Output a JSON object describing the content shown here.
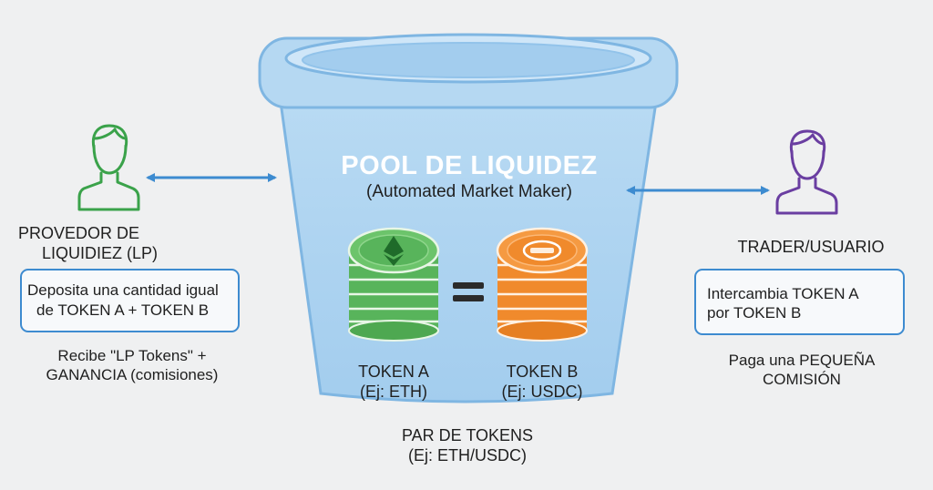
{
  "colors": {
    "accent_blue": "#3d8bd0",
    "provider_green": "#3aa24a",
    "trader_purple": "#6a3ea1",
    "pool_fill": "#a9d0ee",
    "token_a_green": "#5cb85c",
    "token_b_orange": "#f08a2c",
    "title_white": "#ffffff"
  },
  "pool": {
    "title": "POOL DE LIQUIDEZ",
    "subtitle": "(Automated Market Maker)",
    "equals_sign": "=",
    "token_a": {
      "name": "TOKEN A",
      "example": "(Ej: ETH)",
      "icon": "ethereum-icon"
    },
    "token_b": {
      "name": "TOKEN B",
      "example": "(Ej: USDC)",
      "icon": "usdc-icon"
    },
    "pair_label": "PAR DE TOKENS",
    "pair_example": "(Ej: ETH/USDC)"
  },
  "provider": {
    "icon": "person-icon",
    "label_line1": "PROVEDOR DE",
    "label_line2": "LIQUIDIEZ (LP)",
    "box_line1": "Deposita una cantidad igual",
    "box_line2": "de TOKEN A + TOKEN B",
    "note_line1": "Recibe \"LP Tokens\" +",
    "note_line2": "GANANCIA (comisiones)"
  },
  "trader": {
    "icon": "person-icon",
    "label": "TRADER/USUARIO",
    "box_line1": "Intercambia TOKEN A",
    "box_line2": "por TOKEN B",
    "note_line1": "Paga una PEQUEÑA",
    "note_line2": "COMISIÓN"
  }
}
